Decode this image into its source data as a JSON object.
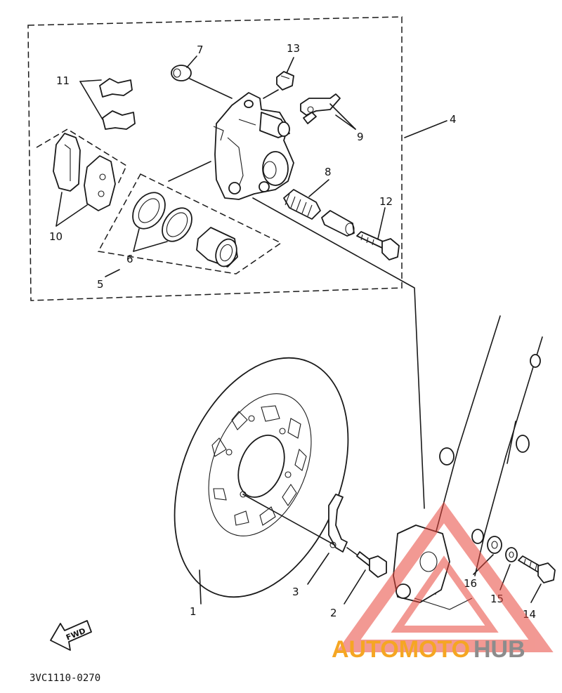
{
  "diagram": {
    "callouts": {
      "c1": "1",
      "c2": "2",
      "c3": "3",
      "c4": "4",
      "c5": "5",
      "c6": "6",
      "c7": "7",
      "c8": "8",
      "c9": "9",
      "c10": "10",
      "c11": "11",
      "c12": "12",
      "c13": "13",
      "c14": "14",
      "c15": "15",
      "c16": "16"
    },
    "fwd_label": "FWD",
    "drawing_code": "3VC1110-0270"
  },
  "watermark": {
    "part1": "AUTOMOTO",
    "part2": "HUB",
    "color_part1": "#f5a623",
    "color_part2": "#8c8c8c",
    "logo_color": "#e8463c"
  }
}
